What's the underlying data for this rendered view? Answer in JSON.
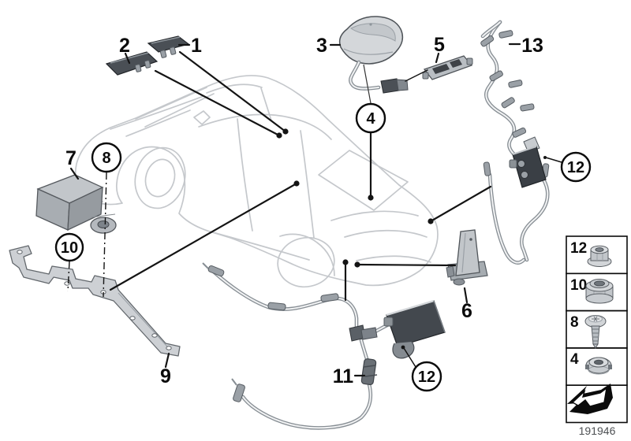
{
  "diagram": {
    "doc_number": "191946",
    "callouts": {
      "1": {
        "label": "1",
        "style": "plain"
      },
      "2": {
        "label": "2",
        "style": "plain"
      },
      "3": {
        "label": "3",
        "style": "plain"
      },
      "4": {
        "label": "4",
        "style": "circled"
      },
      "5": {
        "label": "5",
        "style": "plain"
      },
      "6": {
        "label": "6",
        "style": "plain"
      },
      "7": {
        "label": "7",
        "style": "plain"
      },
      "8": {
        "label": "8",
        "style": "circled"
      },
      "9": {
        "label": "9",
        "style": "plain"
      },
      "10": {
        "label": "10",
        "style": "circled"
      },
      "11": {
        "label": "11",
        "style": "plain"
      },
      "12": {
        "label": "12",
        "style": "circled"
      },
      "13": {
        "label": "13",
        "style": "plain"
      }
    },
    "legend": {
      "rows": [
        {
          "label": "12",
          "icon": "flange-nut-icon"
        },
        {
          "label": "10",
          "icon": "collar-nut-icon"
        },
        {
          "label": "8",
          "icon": "torx-screw-icon"
        },
        {
          "label": "4",
          "icon": "slotted-nut-icon"
        }
      ],
      "arrow_icon": "direction-arrow-icon"
    },
    "colors": {
      "background": "#ffffff",
      "car_outline": "#c5c8cc",
      "leader_line": "#141414",
      "part_dark": "#41464c",
      "part_mid": "#9aa0a6",
      "part_light": "#d2d5d8",
      "label_text": "#0b0b0b",
      "doc_number_text": "#4d5053"
    }
  }
}
